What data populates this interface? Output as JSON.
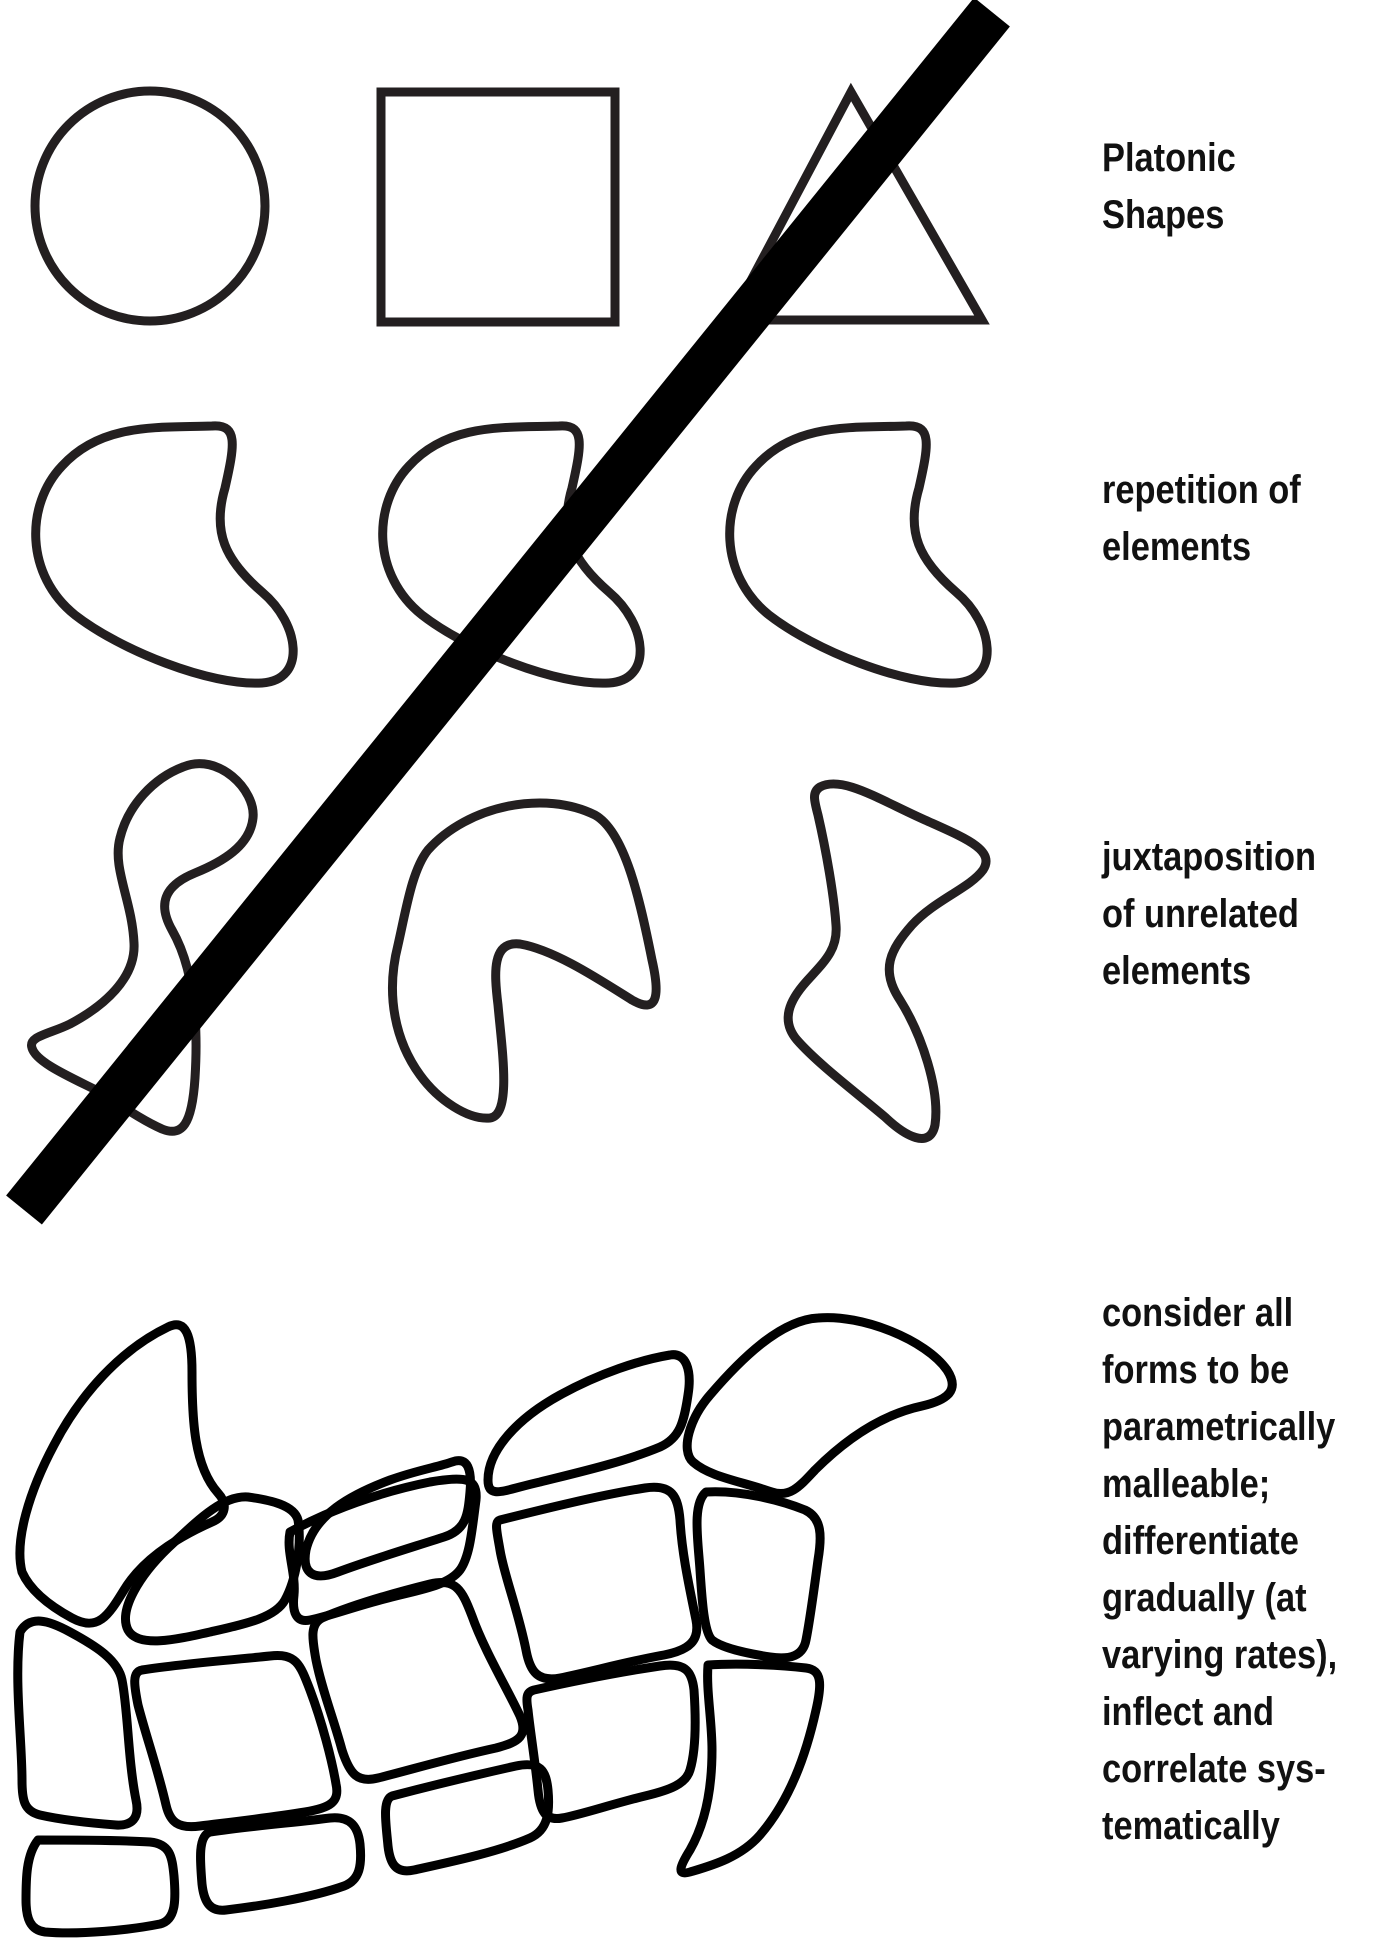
{
  "colors": {
    "stroke": "#231f20",
    "strike_bar": "#000000",
    "text": "#111111",
    "background": "#ffffff"
  },
  "labels": {
    "platonic": [
      "Platonic",
      "Shapes"
    ],
    "repetition": [
      "repetition of",
      "elements"
    ],
    "juxtaposition": [
      "juxtaposition",
      "of unrelated",
      "elements"
    ],
    "parametric": [
      "consider all",
      "forms to be",
      "parametrically",
      "malleable;",
      "differentiate",
      "gradually (at",
      "varying rates),",
      "inflect and",
      "correlate sys-",
      "tematically"
    ]
  }
}
